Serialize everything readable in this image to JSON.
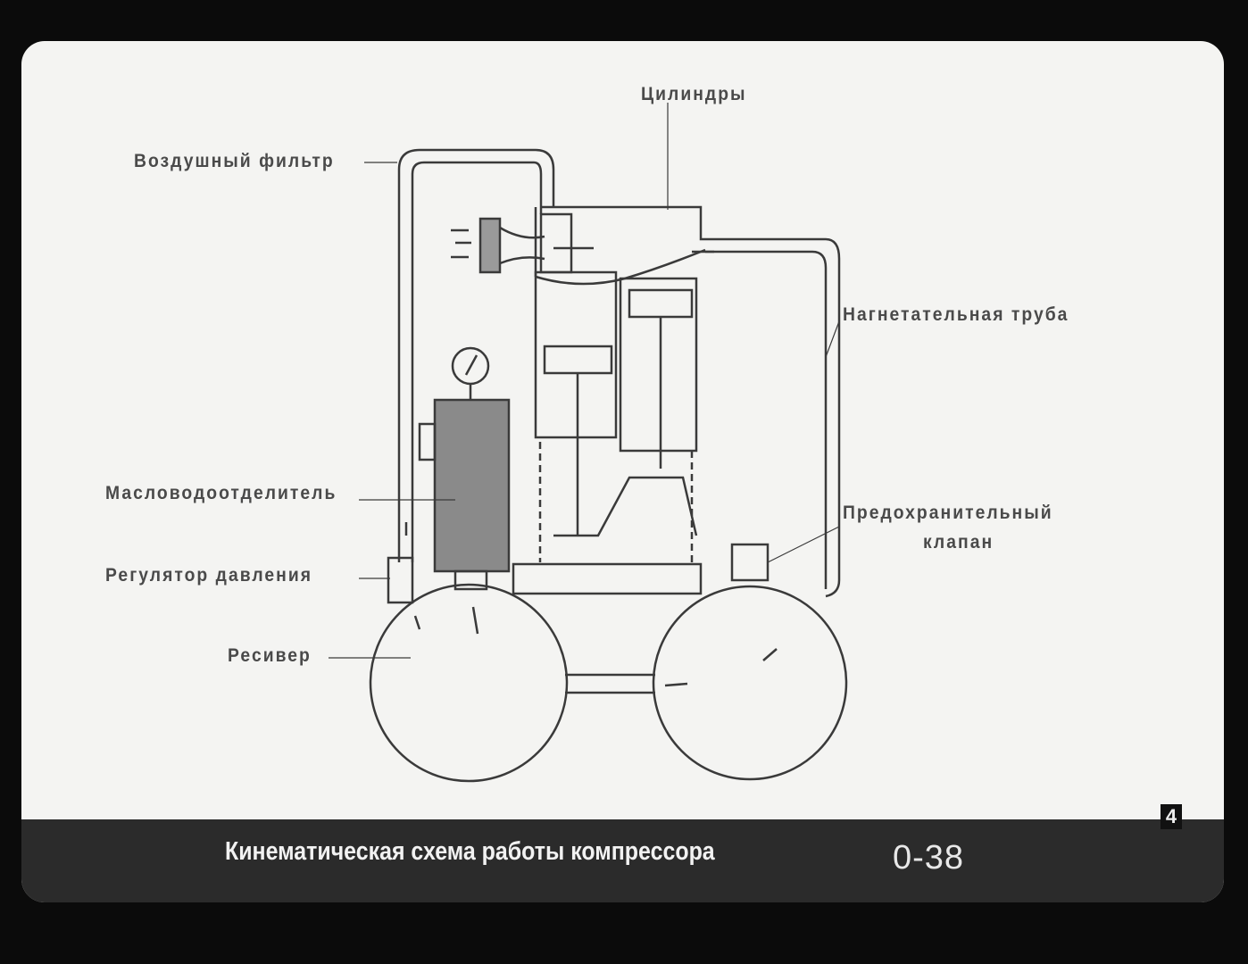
{
  "labels": {
    "cylinders": "Цилиндры",
    "air_filter": "Воздушный фильтр",
    "discharge_pipe": "Нагнетательная труба",
    "oil_water_separator": "Масловодоотделитель",
    "safety_valve_line1": "Предохранительный",
    "safety_valve_line2": "клапан",
    "pressure_regulator": "Регулятор давления",
    "receiver": "Ресивер"
  },
  "caption": {
    "title": "Кинематическая схема работы компрессора",
    "code": "0-38"
  },
  "frame_number": "4",
  "colors": {
    "background": "#0b0b0b",
    "slide": "#f4f4f2",
    "band": "#2b2b2b",
    "separator_fill": "#8a8a8a"
  }
}
